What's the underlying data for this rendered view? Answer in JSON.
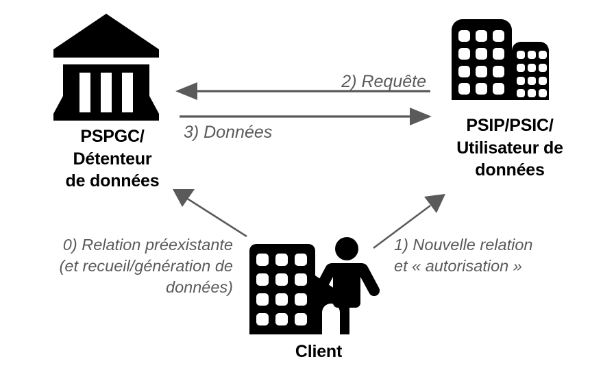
{
  "diagram": {
    "title_visible": false,
    "background_color": "#ffffff",
    "accent_gray": "#5a5a5a",
    "icon_color": "#000000"
  },
  "nodes": [
    {
      "id": "pspgc",
      "icon": "bank-icon",
      "label": "PSPGC/\nDétenteur\nde données"
    },
    {
      "id": "psip",
      "icon": "office-buildings-icon",
      "label": "PSIP/PSIC/\nUtilisateur de\ndonnées"
    },
    {
      "id": "client",
      "icon": "building-and-person-icon",
      "label": "Client"
    }
  ],
  "arrows": [
    {
      "id": "requete",
      "label": "2) Requête",
      "direction": "psip-to-pspgc",
      "color": "#5a5a5a"
    },
    {
      "id": "donnees",
      "label": "3) Données",
      "direction": "pspgc-to-psip",
      "color": "#5a5a5a"
    },
    {
      "id": "relation-preexistante",
      "label": "0) Relation préexistante\n(et recueil/génération de\ndonnées)",
      "direction": "client-to-pspgc",
      "color": "#5a5a5a"
    },
    {
      "id": "nouvelle-relation",
      "label": "1) Nouvelle relation\net « autorisation »",
      "direction": "client-to-psip",
      "color": "#5a5a5a"
    }
  ]
}
